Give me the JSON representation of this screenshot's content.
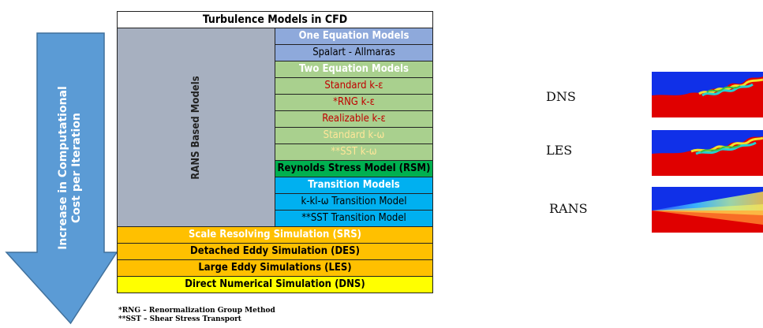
{
  "arrow": {
    "label_line1": "Increase in Computational",
    "label_line2": "Cost per Iteration",
    "color": "#5b9bd5"
  },
  "table": {
    "title": "Turbulence Models in CFD",
    "side_label": "RANS Based Models",
    "rans_rows": [
      {
        "label": "One Equation Models",
        "bg": "#8ea9db"
      },
      {
        "label": "Spalart - Allmaras",
        "bg": "#8ea9db"
      },
      {
        "label": "Two Equation Models",
        "bg": "#a9d08e"
      },
      {
        "label": "Standard k-ε",
        "bg": "#a9d08e"
      },
      {
        "label": "*RNG k-ε",
        "bg": "#a9d08e"
      },
      {
        "label": "Realizable k-ε",
        "bg": "#a9d08e"
      },
      {
        "label": "Standard k-ω",
        "bg": "#a9d08e"
      },
      {
        "label": "**SST k-ω",
        "bg": "#a9d08e"
      },
      {
        "label": "Reynolds Stress Model (RSM)",
        "bg": "#00b050"
      },
      {
        "label": "Transition Models",
        "bg": "#00b0f0"
      },
      {
        "label": "k-kl-ω Transition Model",
        "bg": "#00b0f0"
      },
      {
        "label": "**SST Transition Model",
        "bg": "#00b0f0"
      }
    ],
    "bottom_rows": [
      {
        "label": "Scale Resolving Simulation (SRS)",
        "bg": "#ffc000"
      },
      {
        "label": "Detached Eddy Simulation (DES)",
        "bg": "#ffc000"
      },
      {
        "label": "Large Eddy Simulations (LES)",
        "bg": "#ffc000"
      },
      {
        "label": "Direct Numerical Simulation (DNS)",
        "bg": "#ffff00"
      }
    ],
    "notes": [
      "*RNG – Renormalization Group Method",
      "**SST – Shear Stress Transport"
    ]
  },
  "simulations": [
    {
      "label": "DNS"
    },
    {
      "label": "LES"
    },
    {
      "label": "RANS"
    }
  ]
}
